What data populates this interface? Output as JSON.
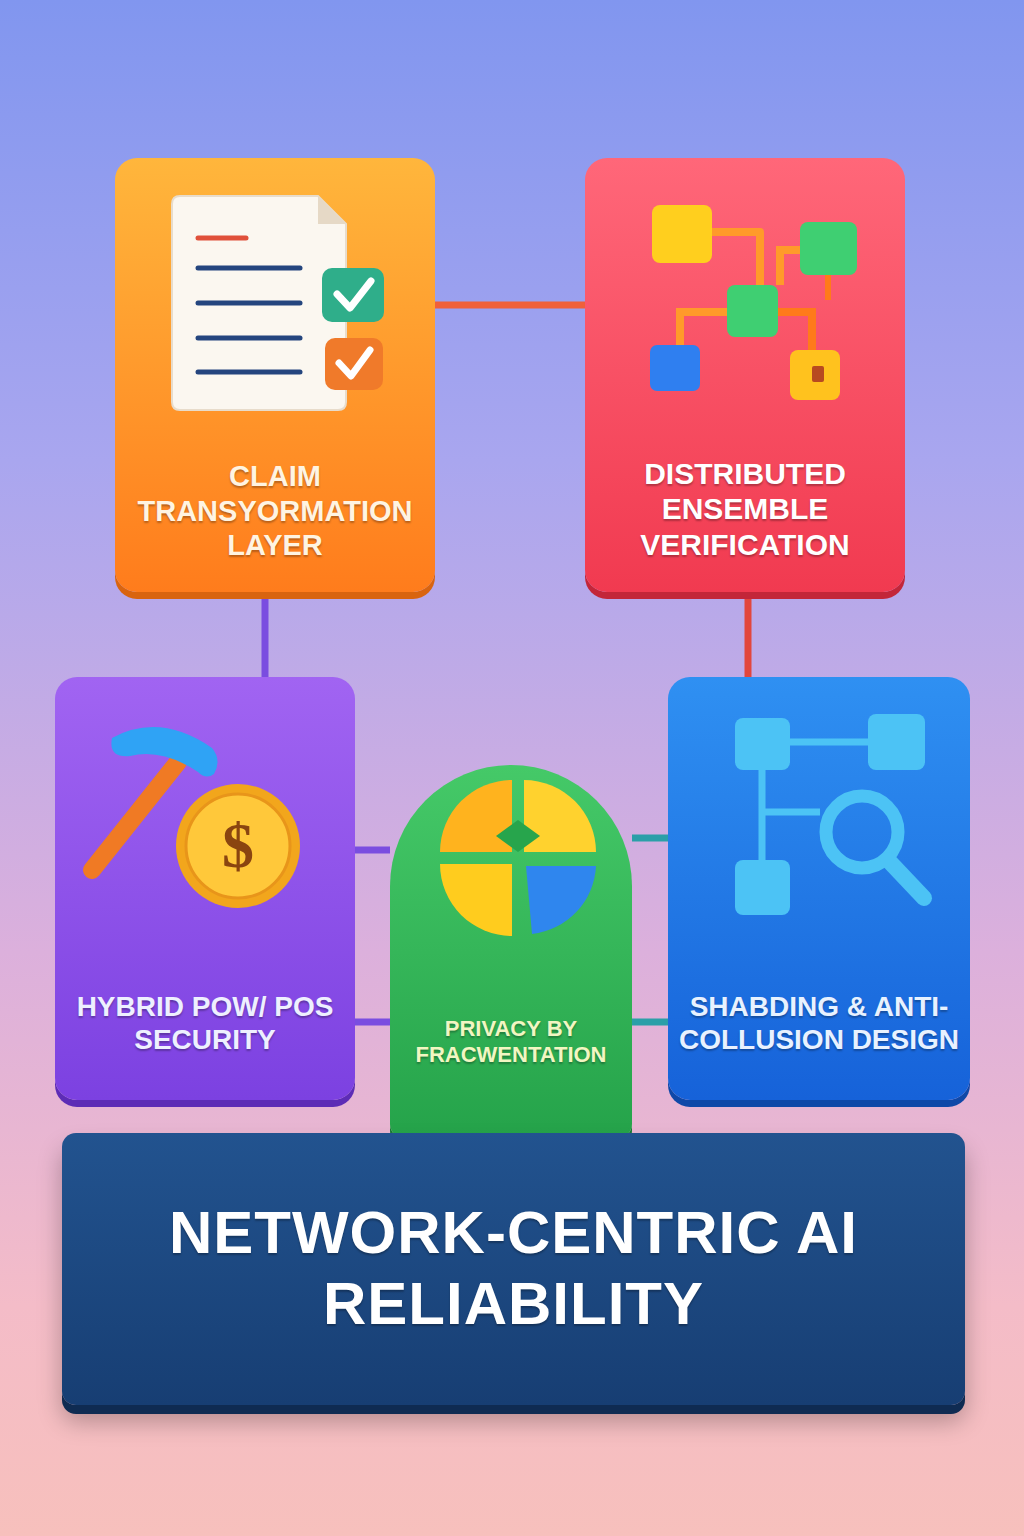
{
  "diagram": {
    "nodes": [
      {
        "text": [
          "CLAIM TRANSYORMATION LAYER"
        ]
      },
      {
        "text": [
          "DISTRIBUTED ENSEMBLE VERIFICATION"
        ]
      },
      {
        "text": [
          "HYBRID POW/ POS SECURITY"
        ]
      },
      {
        "text": [
          "PRIVACY BY FRACWENTATION"
        ]
      },
      {
        "text": [
          "SHABDING & ANTI-COLLUSION DESIGN"
        ]
      },
      {
        "text": [
          "NETWORK-CENTRIC AI RELIABILITY"
        ]
      }
    ],
    "edges": [
      {
        "from": 0,
        "to": 1,
        "arrow": "none"
      },
      {
        "from": 0,
        "to": 2,
        "arrow": "none"
      },
      {
        "from": 1,
        "to": 4,
        "arrow": "none"
      },
      {
        "from": 2,
        "to": 3,
        "arrow": "none"
      },
      {
        "from": 2,
        "to": 3,
        "arrow": "none"
      },
      {
        "from": 3,
        "to": 4,
        "arrow": "none"
      },
      {
        "from": 3,
        "to": 4,
        "arrow": "none"
      }
    ],
    "labels": [
      "$"
    ]
  }
}
